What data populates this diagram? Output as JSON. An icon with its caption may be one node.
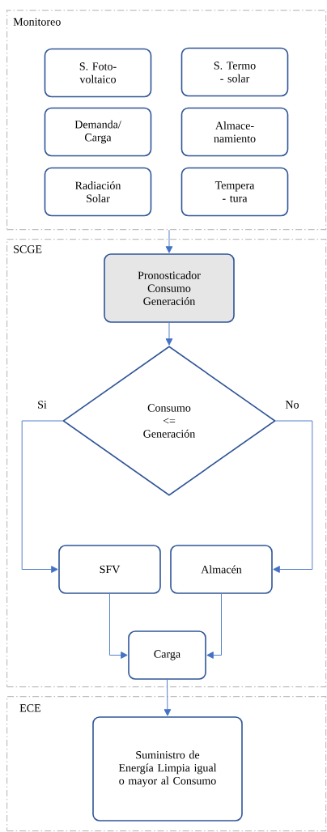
{
  "diagram": {
    "nodes": [
      {
        "text": [
          "Monitoreo"
        ]
      },
      {
        "text": [
          "S. Foto- voltaico"
        ],
        "in": 0
      },
      {
        "text": [
          "S. Termo - solar"
        ],
        "in": 0
      },
      {
        "text": [
          "Demanda/ Carga"
        ],
        "in": 0
      },
      {
        "text": [
          "Almace- namiento"
        ],
        "in": 0
      },
      {
        "text": [
          "Radiación Solar"
        ],
        "in": 0
      },
      {
        "text": [
          "Tempera - tura"
        ],
        "in": 0
      },
      {
        "text": [
          "SCGE"
        ]
      },
      {
        "text": [
          "Pronosticador Consumo Generación"
        ],
        "in": 7
      },
      {
        "text": [
          "Consumo <= Generación"
        ],
        "in": 7
      },
      {
        "text": [
          "SFV"
        ],
        "in": 7
      },
      {
        "text": [
          "Almacén"
        ],
        "in": 7
      },
      {
        "text": [
          "Carga"
        ],
        "in": 7
      },
      {
        "text": [
          "ECE"
        ]
      },
      {
        "text": [
          "Suministro de Energía Limpia igual o mayor al Consumo"
        ],
        "in": 13
      }
    ],
    "edges": [
      {
        "from": 0,
        "to": 8,
        "arrow": "to"
      },
      {
        "from": 8,
        "to": 9,
        "arrow": "to"
      },
      {
        "from": 9,
        "to": 10,
        "arrow": "to",
        "label": "Si"
      },
      {
        "from": 9,
        "to": 11,
        "arrow": "to",
        "label": "No"
      },
      {
        "from": 10,
        "to": 12,
        "arrow": "to"
      },
      {
        "from": 11,
        "to": 12,
        "arrow": "to"
      },
      {
        "from": 12,
        "to": 14,
        "arrow": "to"
      }
    ]
  }
}
